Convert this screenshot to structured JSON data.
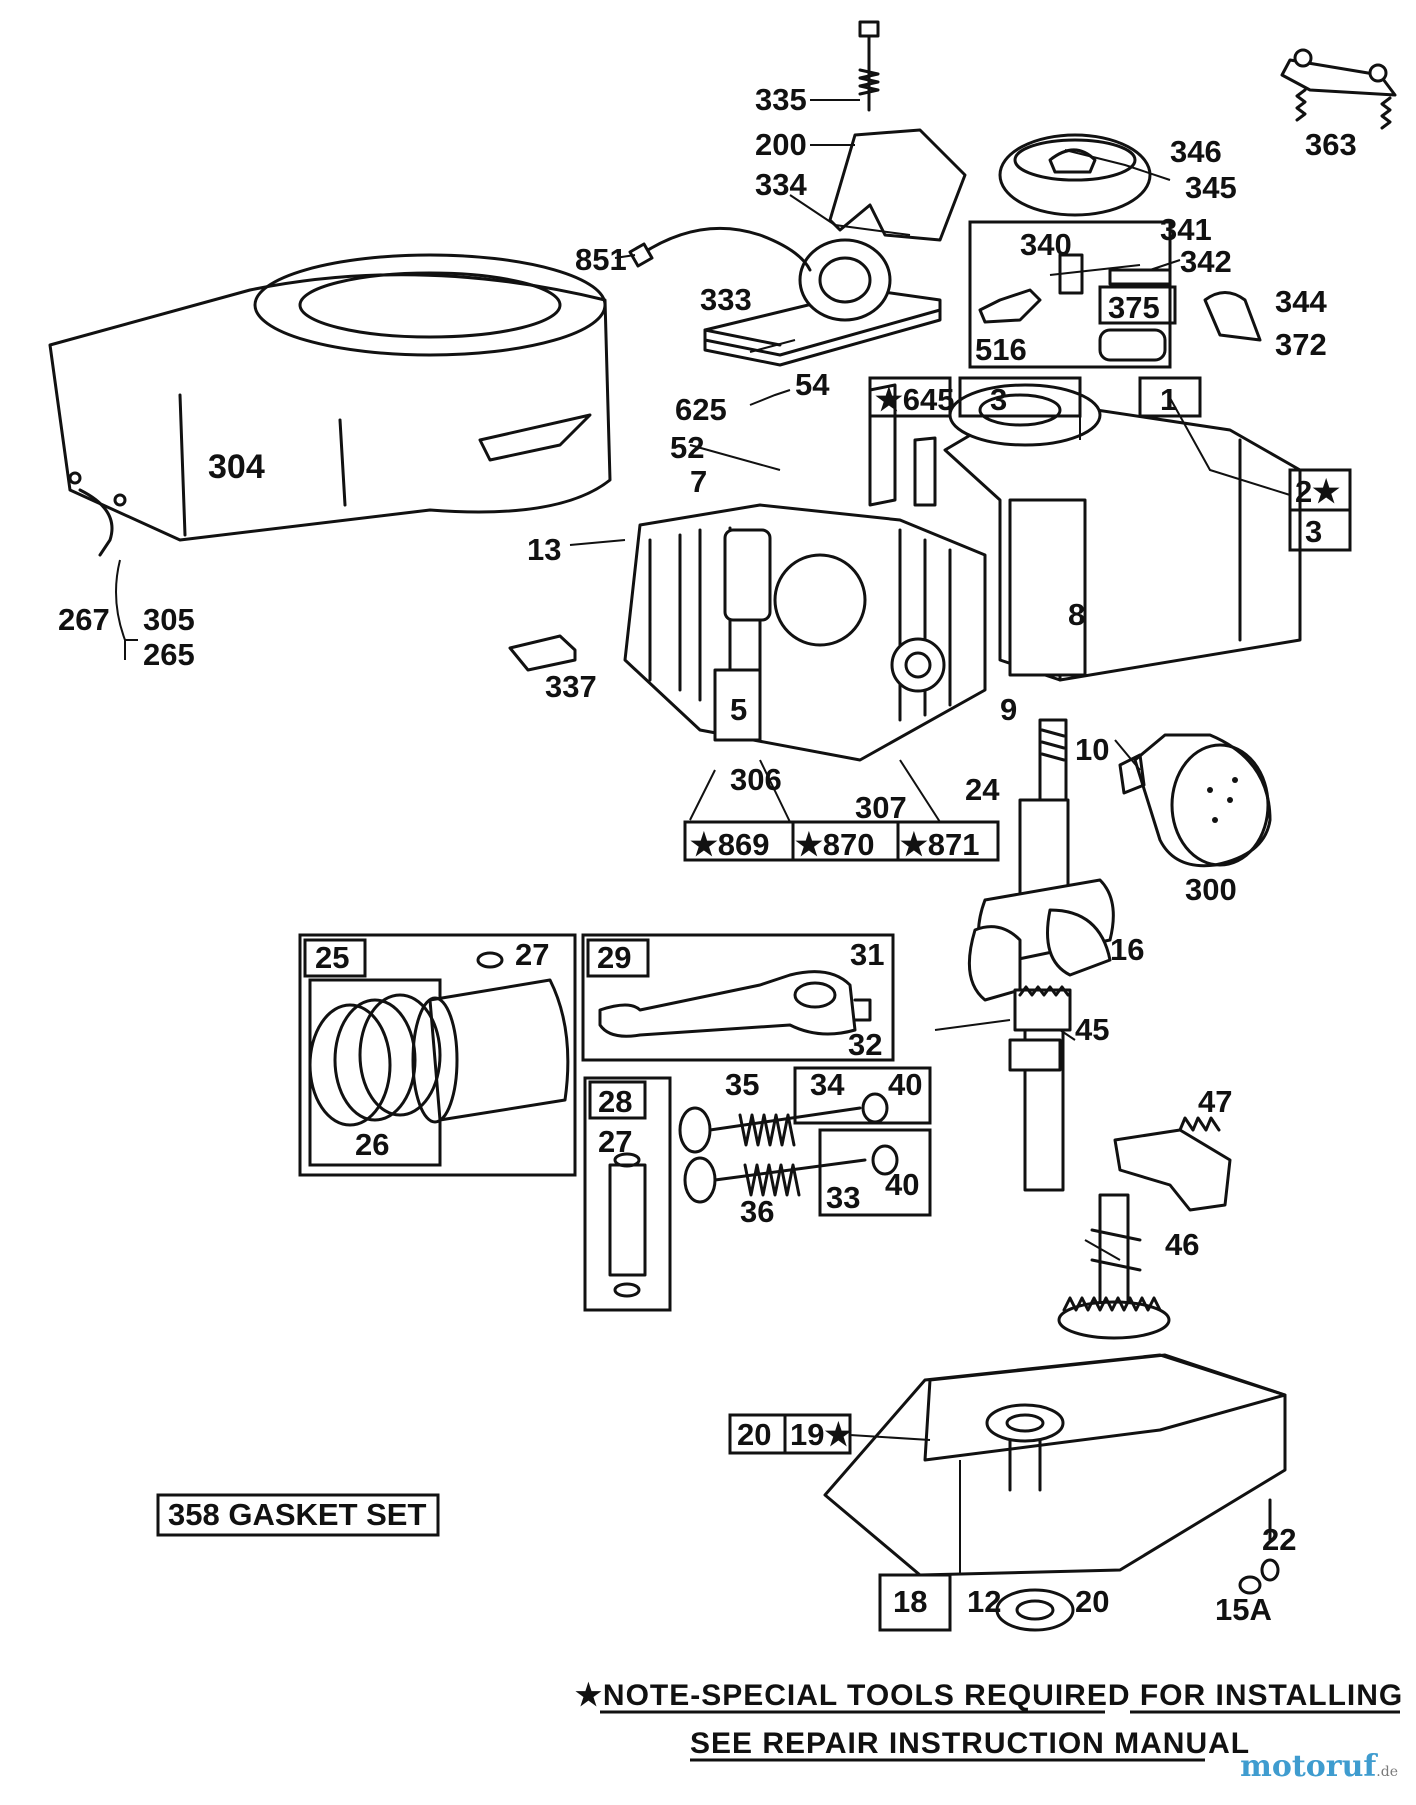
{
  "labels": {
    "p335": "335",
    "p200": "200",
    "p334": "334",
    "p346": "346",
    "p345": "345",
    "p363": "363",
    "p341": "341",
    "p340": "340",
    "p342": "342",
    "p375": "375",
    "p344": "344",
    "p372": "372",
    "p516": "516",
    "p851": "851",
    "p333": "333",
    "p54": "54",
    "p625": "625",
    "p52": "52",
    "p7": "7",
    "p645": "645",
    "p3a": "3",
    "p1": "1",
    "p2": "2",
    "p3b": "3",
    "p304": "304",
    "p13": "13",
    "p8": "8",
    "p267": "267",
    "p305": "305",
    "p265": "265",
    "p337": "337",
    "p5": "5",
    "p9": "9",
    "p10": "10",
    "p306": "306",
    "p307": "307",
    "p24": "24",
    "p869": "869",
    "p870": "870",
    "p871": "871",
    "p300": "300",
    "p16": "16",
    "p25": "25",
    "p27a": "27",
    "p26": "26",
    "p29": "29",
    "p31": "31",
    "p32": "32",
    "p45": "45",
    "p28": "28",
    "p27b": "27",
    "p35": "35",
    "p34": "34",
    "p40a": "40",
    "p36": "36",
    "p33": "33",
    "p40b": "40",
    "p47": "47",
    "p46": "46",
    "p20a": "20",
    "p19": "19",
    "p22": "22",
    "p18": "18",
    "p12": "12",
    "p20b": "20",
    "p15a": "15A"
  },
  "gasket_set": "358 GASKET SET",
  "note_line1": "NOTE-SPECIAL TOOLS REQUIRED  FOR INSTALLING",
  "note_line2": "SEE REPAIR INSTRUCTION MANUAL",
  "star": "★",
  "watermark": {
    "brand": "motoruf",
    "suffix": ".de"
  }
}
